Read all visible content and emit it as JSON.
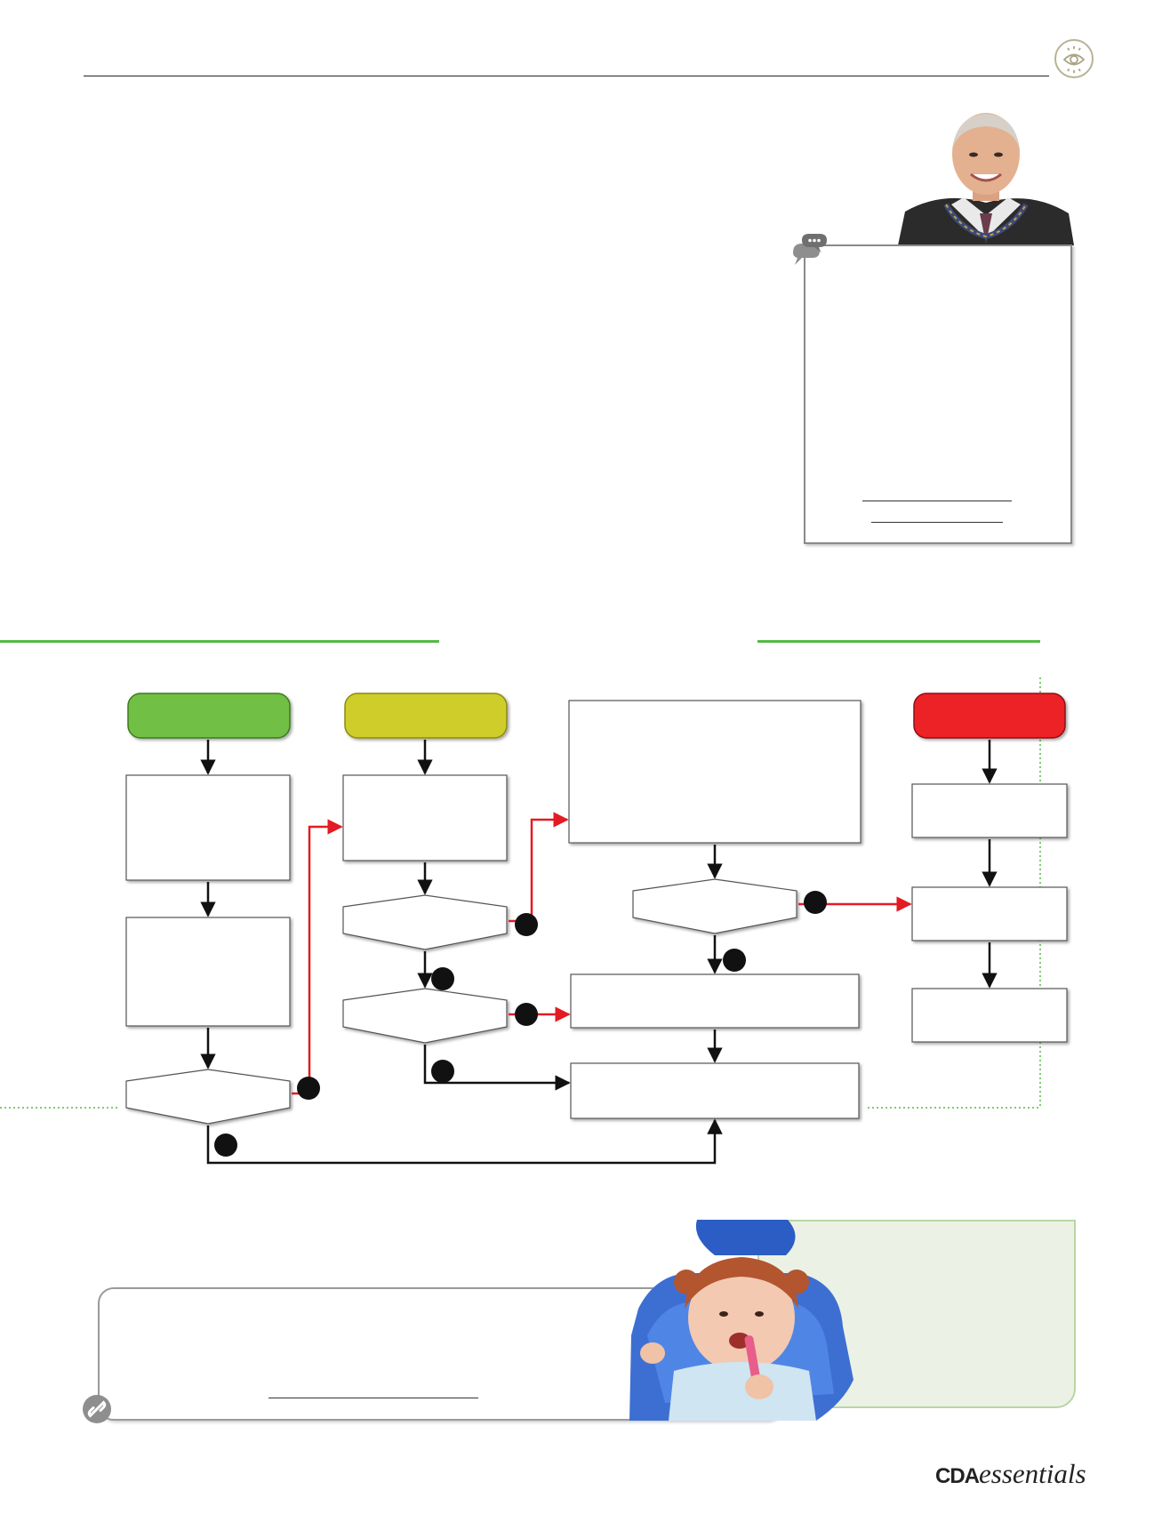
{
  "header": {
    "icon": "eye-icon"
  },
  "sidebar_quote": {
    "icon": "speech-bubbles-icon",
    "image": "author-portrait"
  },
  "flowchart": {
    "start_colors": {
      "green": "#72bf44",
      "yellow": "#cfcd2b",
      "red": "#ec2227"
    },
    "arrow_colors": {
      "black": "#111111",
      "red": "#e31b23"
    },
    "guide_color": "#56b947"
  },
  "resources": {
    "icon": "link-icon"
  },
  "tip": {
    "background": "#ebf2e5",
    "image": "child-brushing-teeth-photo"
  },
  "footer": {
    "logo_cda": "CDA",
    "logo_essentials": "essentials"
  }
}
